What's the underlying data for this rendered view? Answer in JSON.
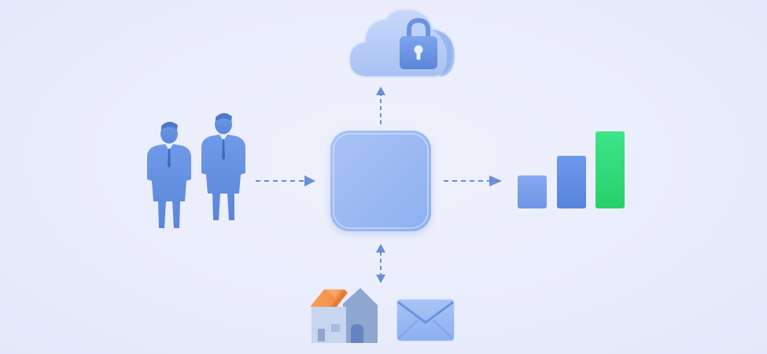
{
  "diagram": {
    "nodes": [
      {
        "id": "people",
        "icon": "business-people-icon"
      },
      {
        "id": "hub",
        "icon": "central-hub-square"
      },
      {
        "id": "cloud",
        "icon": "secure-cloud-lock-icon"
      },
      {
        "id": "growth",
        "icon": "growth-bar-chart-icon"
      },
      {
        "id": "home",
        "icon": "house-icon"
      },
      {
        "id": "mail",
        "icon": "envelope-icon"
      }
    ],
    "edges": [
      {
        "from": "people",
        "to": "hub",
        "style": "dashed",
        "direction": "forward"
      },
      {
        "from": "hub",
        "to": "growth",
        "style": "dashed",
        "direction": "forward"
      },
      {
        "from": "hub",
        "to": "cloud",
        "style": "dashed",
        "direction": "forward"
      },
      {
        "from": "hub",
        "to": "home",
        "style": "dashed",
        "direction": "both"
      }
    ],
    "bar_values": [
      0.42,
      0.65,
      1.0
    ]
  },
  "colors": {
    "background": "#eceffc",
    "primary_blue": "#6c95e6",
    "light_blue": "#b3ccf8",
    "arrow": "#6a8fd8",
    "accent_green": "#2fdc78",
    "roof_orange": "#f59a52",
    "house_gray": "#8ea3c9"
  }
}
